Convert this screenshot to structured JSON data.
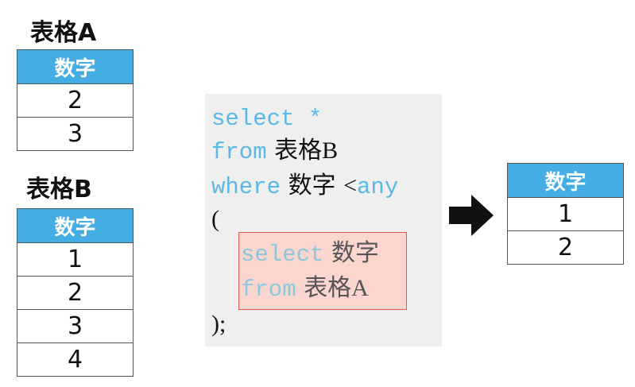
{
  "table_a": {
    "title": "表格A",
    "header": "数字",
    "rows": [
      "2",
      "3"
    ]
  },
  "table_b": {
    "title": "表格B",
    "header": "数字",
    "rows": [
      "1",
      "2",
      "3",
      "4"
    ]
  },
  "query": {
    "l1_kw": "select *",
    "l2_kw": "from",
    "l2_table_zh": "表格",
    "l2_table_suffix": "B",
    "l3_kw": "where",
    "l3_col": "数字",
    "l3_op": "<",
    "l3_kw2": "any",
    "l4": "(",
    "sub_l1_kw": "select",
    "sub_l1_col": "数字",
    "sub_l2_kw": "from",
    "sub_l2_table_zh": "表格",
    "sub_l2_table_suffix": "A",
    "l_end": ");"
  },
  "colors": {
    "header_bg": "#44ade3",
    "keyword": "#5ab8e6",
    "subquery_bg": "#fad6cf",
    "subquery_border": "#e65555"
  },
  "arrow_icon": "right-arrow-icon",
  "result": {
    "header": "数字",
    "rows": [
      "1",
      "2"
    ]
  }
}
